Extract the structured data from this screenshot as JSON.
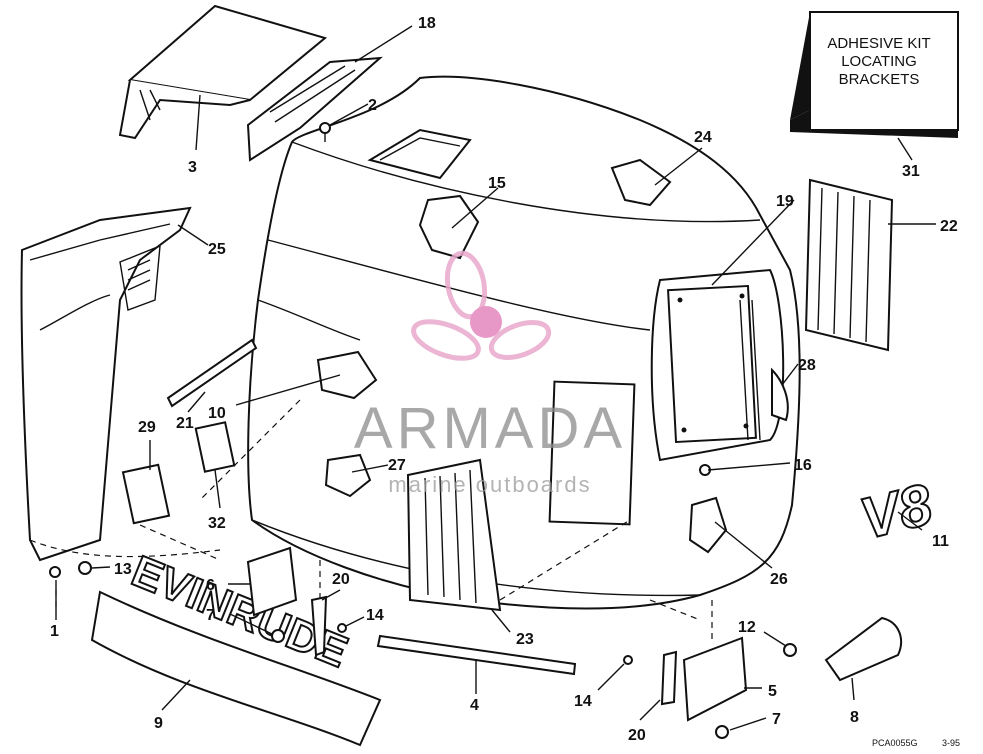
{
  "kit_box": {
    "lines": [
      "ADHESIVE KIT",
      "LOCATING",
      "BRACKETS"
    ],
    "number": "31"
  },
  "callouts": {
    "n1": "1",
    "n2": "2",
    "n3": "3",
    "n4": "4",
    "n5": "5",
    "n6": "6",
    "n7a": "7",
    "n7b": "7",
    "n8": "8",
    "n9": "9",
    "n10": "10",
    "n11": "11",
    "n12": "12",
    "n13": "13",
    "n14a": "14",
    "n14b": "14",
    "n15": "15",
    "n16": "16",
    "n18": "18",
    "n19": "19",
    "n20a": "20",
    "n20b": "20",
    "n21": "21",
    "n22": "22",
    "n23": "23",
    "n24": "24",
    "n25": "25",
    "n26": "26",
    "n27": "27",
    "n28": "28",
    "n29": "29",
    "n31": "31",
    "n32": "32"
  },
  "decals": {
    "brand_name": "EVINRUDE",
    "engine_badge": "V8"
  },
  "watermark": {
    "brand": "ARMADA",
    "tagline": "marine outboards",
    "logo": "pink-propeller-logo"
  },
  "footer": {
    "code": "PCA0055G",
    "date": "3-95"
  }
}
